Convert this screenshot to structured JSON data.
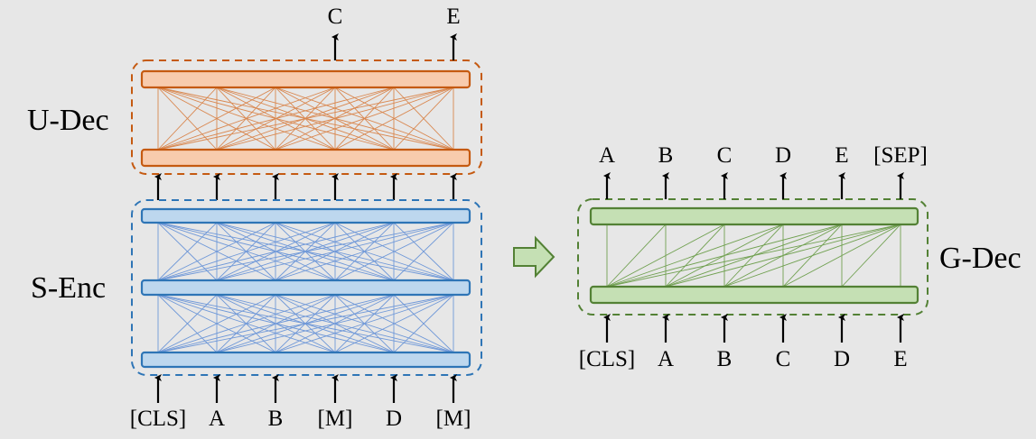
{
  "title": "S-Enc / U-Dec to G-Dec architecture diagram",
  "colors": {
    "background": "#e7e7e7",
    "orange_stroke": "#c55a11",
    "orange_fill": "#f8cbad",
    "orange_line": "#d9874f",
    "blue_stroke": "#2e75b6",
    "blue_fill": "#bdd7ee",
    "blue_line": "#6f98d8",
    "green_stroke": "#538135",
    "green_fill": "#c5e0b4",
    "green_line": "#70a050"
  },
  "left": {
    "udec": {
      "label": "U-Dec",
      "outputs": [
        {
          "index": 3,
          "token": "C"
        },
        {
          "index": 5,
          "token": "E"
        }
      ],
      "connectivity": "full"
    },
    "senc": {
      "label": "S-Enc",
      "layers": 3,
      "inputs": [
        "[CLS]",
        "A",
        "B",
        "[M]",
        "D",
        "[M]"
      ],
      "connectivity": "full"
    }
  },
  "arrow": {
    "icon": "right-arrow-icon"
  },
  "right": {
    "gdec": {
      "label": "G-Dec",
      "outputs": [
        "A",
        "B",
        "C",
        "D",
        "E",
        "[SEP]"
      ],
      "inputs": [
        "[CLS]",
        "A",
        "B",
        "C",
        "D",
        "E"
      ],
      "connectivity": "causal"
    }
  }
}
